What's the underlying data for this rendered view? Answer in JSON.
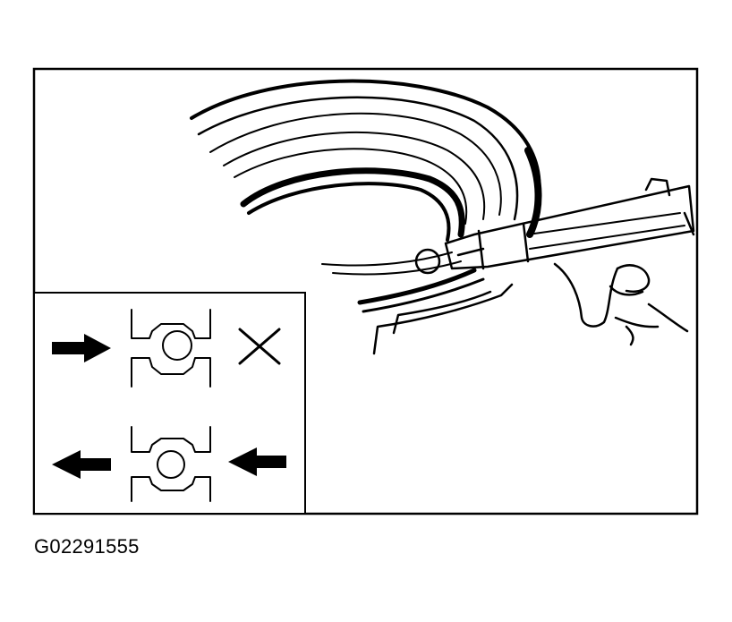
{
  "figure": {
    "id_code": "G02291555",
    "inset_symbols": {
      "row_top": [
        "arrow-right-icon",
        "ball-in-groove-stuck-icon",
        "x-mark-icon"
      ],
      "row_bottom": [
        "arrow-left-icon",
        "ball-in-groove-centered-icon",
        "arrow-left-icon"
      ]
    },
    "main_illustration": [
      "bearing-race-rings",
      "ball",
      "tool-gun",
      "hand"
    ]
  }
}
